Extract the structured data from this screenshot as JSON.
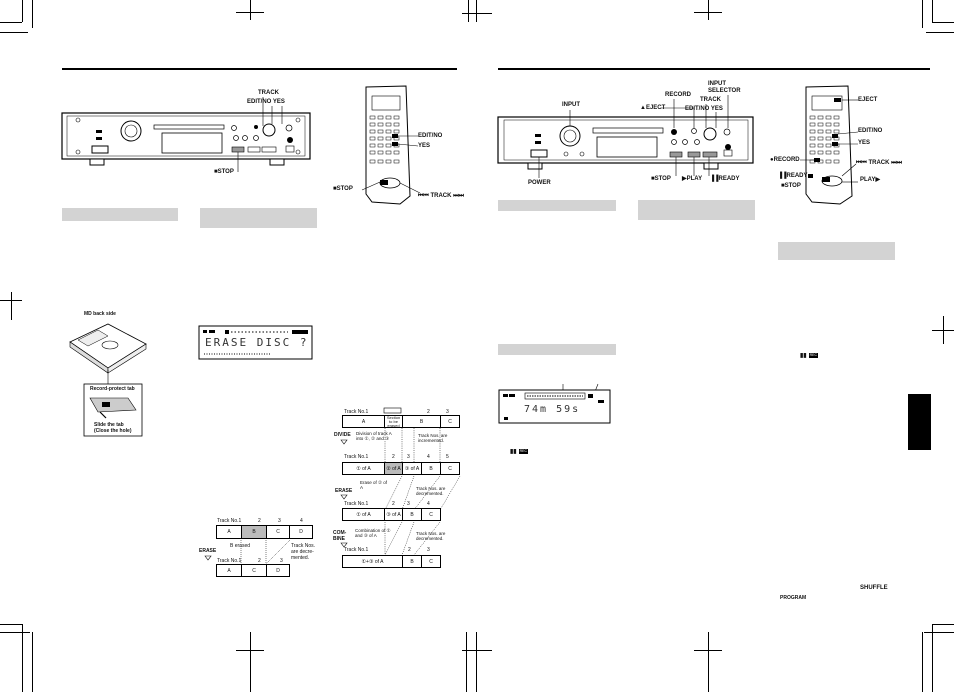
{
  "left_page": {
    "device_labels": {
      "track": "TRACK",
      "edit_no_yes": "EDIT/NO YES",
      "stop": "■STOP"
    },
    "remote_labels": {
      "edit_no": "EDIT/NO",
      "yes": "YES",
      "track": "⏮⏮ TRACK ⏭⏭",
      "stop": "■STOP"
    },
    "md_figure": {
      "title": "MD back side",
      "tab_label": "Record-protect tab",
      "slide_line1": "Slide the tab",
      "slide_line2": "(Close the hole)"
    },
    "lcd": {
      "text": "ERASE DISC ?"
    },
    "erase_diagram": {
      "track_numbers_top": [
        "Track No.1",
        "2",
        "3",
        "4"
      ],
      "row_top": [
        "A",
        "B",
        "C",
        "D"
      ],
      "action": "ERASE",
      "b_erased": "B erased",
      "note": "Track Nos. are decre- mented.",
      "track_numbers_bottom": [
        "Track No.1",
        "2",
        "3"
      ],
      "row_bottom": [
        "A",
        "C",
        "D"
      ]
    },
    "divide_diagram": {
      "track_no": "Track No.1",
      "cols": [
        "2",
        "3"
      ],
      "row1": [
        "A",
        "B",
        "C"
      ],
      "section_note": "Section to be erased",
      "divide": "DIVIDE",
      "divide_note": "Division of track A into ①, ② and ③",
      "incremented": "Track Nos. are incremented.",
      "row2_cols": [
        "Track No.1",
        "2",
        "3",
        "4",
        "5"
      ],
      "row2": [
        "① of A",
        "② of A",
        "③ of A",
        "B",
        "C"
      ],
      "erase": "ERASE",
      "erase_note": "Erase of ② of A",
      "decremented": "Track Nos. are decremented.",
      "row3_cols": [
        "Track No.1",
        "2",
        "3",
        "4"
      ],
      "row3": [
        "① of A",
        "③ of A",
        "B",
        "C"
      ],
      "combine": "COM- BINE",
      "combine_note": "Combination of ① and ③ of A",
      "decremented2": "Track Nos. are decremented.",
      "row4_cols": [
        "Track No.1",
        "2",
        "3"
      ],
      "row4": [
        "①+③ of A",
        "B",
        "C"
      ]
    }
  },
  "right_page": {
    "device_labels": {
      "input": "INPUT",
      "record": "RECORD",
      "eject": "▲EJECT",
      "track": "TRACK",
      "edit_no_yes": "EDIT/NO YES",
      "input_selector_1": "INPUT",
      "input_selector_2": "SELECTOR",
      "power": "POWER",
      "stop": "■STOP",
      "play": "▶PLAY",
      "ready": "▐▐READY"
    },
    "remote_labels": {
      "eject": "EJECT",
      "edit_no": "EDIT/NO",
      "yes": "YES",
      "record": "●RECORD",
      "track": "⏮⏮ TRACK ⏭⏭",
      "ready": "▐▐READY",
      "stop": "■STOP",
      "play": "PLAY▶"
    },
    "lcd": {
      "text": "74m 59s"
    },
    "rec_icon_text": "REC",
    "footer_shuffle": "SHUFFLE",
    "footer_program": "PROGRAM"
  },
  "colors": {
    "bar_gray": "#d3d3d3",
    "tab_black": "#000000"
  }
}
